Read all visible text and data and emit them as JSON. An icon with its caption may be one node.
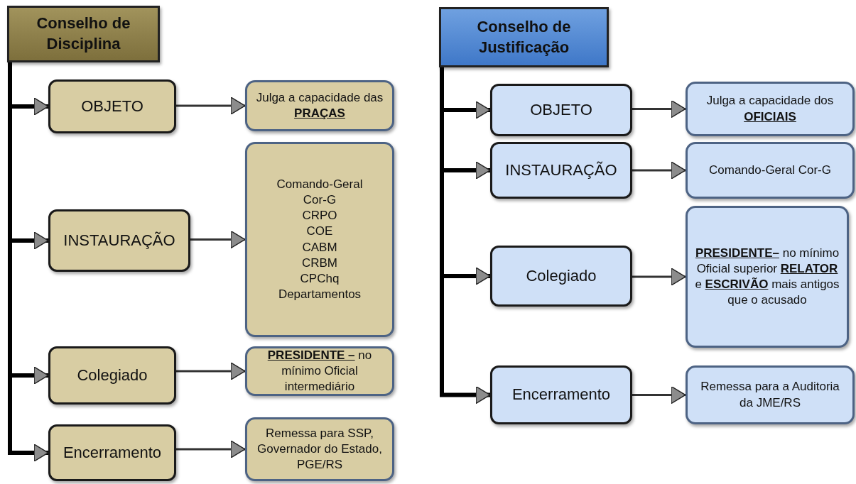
{
  "diagram": {
    "nodes": [
      {
        "text": [
          "Conselho de Disciplina"
        ]
      },
      {
        "text": [
          "OBJETO"
        ]
      },
      {
        "text": [
          "Julga a capacidade das **PRAÇAS**"
        ]
      },
      {
        "text": [
          "INSTAURAÇÃO"
        ]
      },
      {
        "text": [
          "Comando-Geral Cor-G CRPO COE CABM CRBM CPChq Departamentos"
        ]
      },
      {
        "text": [
          "Colegiado"
        ]
      },
      {
        "text": [
          "**PRESIDENTE –** no mínimo Oficial intermediário"
        ]
      },
      {
        "text": [
          "Encerramento"
        ]
      },
      {
        "text": [
          "Remessa para SSP, Governador do Estado, PGE/RS"
        ]
      },
      {
        "text": [
          "Conselho de Justificação"
        ]
      },
      {
        "text": [
          "OBJETO"
        ]
      },
      {
        "text": [
          "Julga a capacidade dos **OFICIAIS**"
        ]
      },
      {
        "text": [
          "INSTAURAÇÃO"
        ]
      },
      {
        "text": [
          "Comando-Geral Cor-G"
        ]
      },
      {
        "text": [
          "Colegiado"
        ]
      },
      {
        "text": [
          "**PRESIDENTE–** no mínimo Oficial superior **RELATOR** e **ESCRIVÃO** mais antigos que o acusado"
        ]
      },
      {
        "text": [
          "Encerramento"
        ]
      },
      {
        "text": [
          "Remessa para a Auditoria da JME/RS"
        ]
      }
    ],
    "edges": [
      {
        "from": 0,
        "to": 1,
        "arrow": "to",
        "style": "thick"
      },
      {
        "from": 1,
        "to": 2,
        "arrow": "to"
      },
      {
        "from": 0,
        "to": 3,
        "arrow": "to",
        "style": "thick"
      },
      {
        "from": 3,
        "to": 4,
        "arrow": "to"
      },
      {
        "from": 0,
        "to": 5,
        "arrow": "to",
        "style": "thick"
      },
      {
        "from": 5,
        "to": 6,
        "arrow": "to"
      },
      {
        "from": 0,
        "to": 7,
        "arrow": "to",
        "style": "thick"
      },
      {
        "from": 7,
        "to": 8,
        "arrow": "to"
      },
      {
        "from": 9,
        "to": 10,
        "arrow": "to",
        "style": "thick"
      },
      {
        "from": 10,
        "to": 11,
        "arrow": "to"
      },
      {
        "from": 9,
        "to": 12,
        "arrow": "to",
        "style": "thick"
      },
      {
        "from": 12,
        "to": 13,
        "arrow": "to"
      },
      {
        "from": 9,
        "to": 14,
        "arrow": "to",
        "style": "thick"
      },
      {
        "from": 14,
        "to": 15,
        "arrow": "to"
      },
      {
        "from": 9,
        "to": 16,
        "arrow": "to",
        "style": "thick"
      },
      {
        "from": 16,
        "to": 17,
        "arrow": "to"
      }
    ]
  }
}
